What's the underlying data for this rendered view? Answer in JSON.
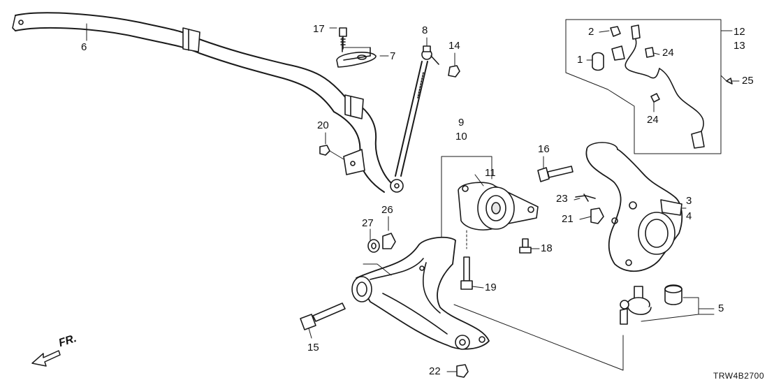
{
  "diagram": {
    "direction_label": "FR.",
    "diagram_code": "TRW4B2700",
    "callouts": {
      "c1": "1",
      "c2": "2",
      "c3": "3",
      "c4": "4",
      "c5": "5",
      "c6": "6",
      "c7": "7",
      "c8": "8",
      "c9": "9",
      "c10": "10",
      "c11": "11",
      "c12": "12",
      "c13": "13",
      "c14": "14",
      "c15": "15",
      "c16": "16",
      "c17": "17",
      "c18": "18",
      "c19": "19",
      "c20": "20",
      "c21": "21",
      "c22": "22",
      "c23": "23",
      "c24a": "24",
      "c24b": "24",
      "c25": "25",
      "c26": "26",
      "c27": "27"
    }
  },
  "colors": {
    "line": "#1a1a1a",
    "fill": "#ffffff",
    "shade": "#e6e6e6"
  },
  "icons": {
    "direction": "front-direction-arrow-icon"
  }
}
